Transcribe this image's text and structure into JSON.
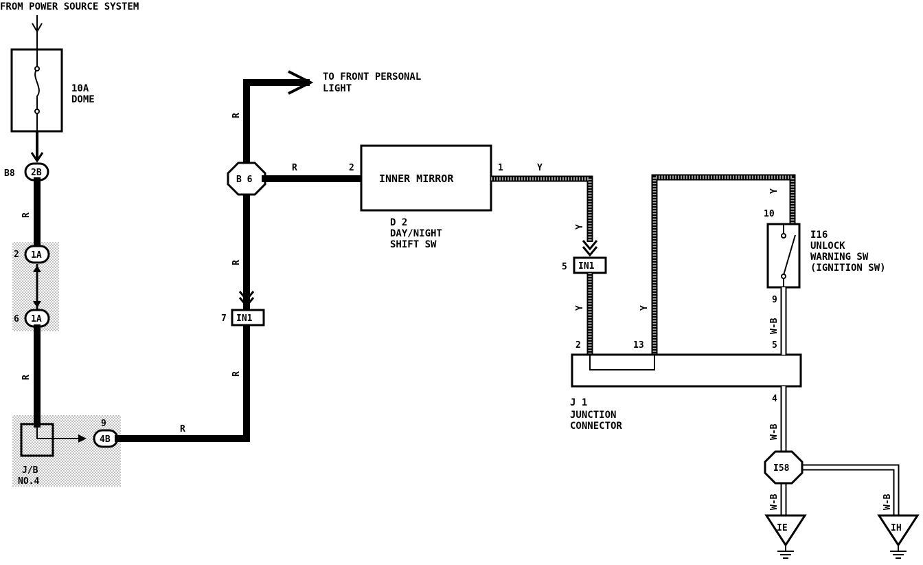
{
  "labels": {
    "power_source": "FROM POWER SOURCE SYSTEM",
    "fuse_amp": "10A",
    "fuse_name": "DOME",
    "b8_code": "B8",
    "b8_conn": "2B",
    "conn_1a_top_pin": "2",
    "conn_1a_top": "1A",
    "conn_1a_bot_pin": "6",
    "conn_1a_bot": "1A",
    "jb_conn_pin": "9",
    "jb_conn": "4B",
    "jb_name_1": "J/B",
    "jb_name_2": "NO.4",
    "b6_code": "B 6",
    "to_front_1": "TO FRONT PERSONAL",
    "to_front_2": "LIGHT",
    "in1_left_pin": "7",
    "in1_left": "IN1",
    "mirror_title": "INNER MIRROR",
    "mirror_pin_left": "2",
    "mirror_pin_right": "1",
    "mirror_code": "D 2",
    "mirror_desc_1": "DAY/NIGHT",
    "mirror_desc_2": "SHIFT SW",
    "in1_right_pin": "5",
    "in1_right": "IN1",
    "junction_code": "J 1",
    "junction_desc_1": "JUNCTION",
    "junction_desc_2": "CONNECTOR",
    "junction_pin_2": "2",
    "junction_pin_13": "13",
    "junction_pin_5": "5",
    "junction_pin_4": "4",
    "switch_pin_top": "10",
    "switch_pin_bot": "9",
    "switch_code": "I16",
    "switch_desc_1": "UNLOCK",
    "switch_desc_2": "WARNING SW",
    "switch_desc_3": "(IGNITION SW)",
    "i58": "I58",
    "ground_ie": "IE",
    "ground_ih": "IH"
  },
  "wire_colors": {
    "r": "R",
    "y": "Y",
    "wb": "W-B"
  },
  "colors": {
    "ink": "#000000",
    "shade": "#d0d0d0",
    "yellow_wire_fill": "#9a9a9a"
  }
}
